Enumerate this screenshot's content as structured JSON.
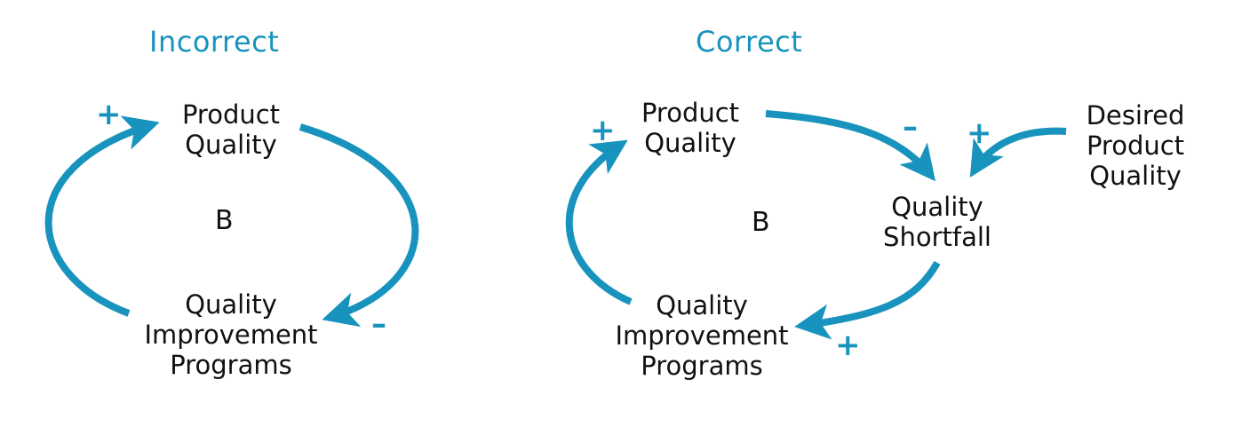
{
  "panels": [
    {
      "heading": "Incorrect",
      "nodes": {
        "product_quality": [
          "Product",
          "Quality"
        ],
        "qip": [
          "Quality",
          "Improvement",
          "Programs"
        ]
      },
      "loop_label": "B",
      "polarities": [
        "+",
        "–"
      ]
    },
    {
      "heading": "Correct",
      "nodes": {
        "product_quality": [
          "Product",
          "Quality"
        ],
        "shortfall": [
          "Quality",
          "Shortfall"
        ],
        "desired": [
          "Desired",
          "Product",
          "Quality"
        ],
        "qip": [
          "Quality",
          "Improvement",
          "Programs"
        ]
      },
      "loop_label": "B",
      "polarities": [
        "+",
        "–",
        "+",
        "+"
      ]
    }
  ],
  "colors": {
    "accent": "#1793bd",
    "text": "#111111"
  }
}
